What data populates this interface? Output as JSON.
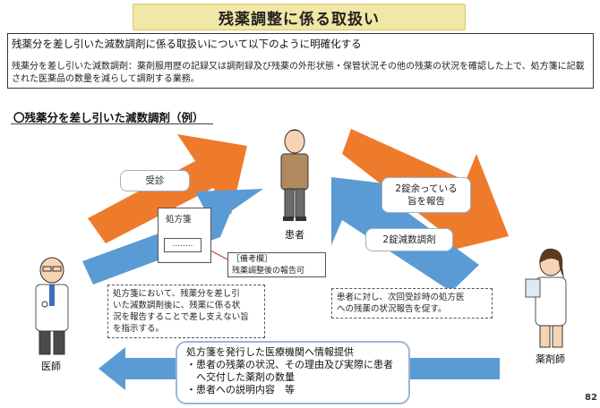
{
  "title": "残薬調整に係る取扱い",
  "summary": {
    "heading": "残薬分を差し引いた減数調剤に係る取扱いについて以下のように明確化する",
    "definition": "残薬分を差し引いた減数調剤：薬剤服用歴の記録又は調剤録及び残薬の外形状態・保管状況その他の残薬の状況を確認した上で、処方箋に記載された医薬品の数量を減らして調剤する業務。"
  },
  "section_title": "〇残薬分を差し引いた減数調剤（例）",
  "actors": {
    "patient": "患者",
    "doctor": "医師",
    "pharmacist": "薬剤師"
  },
  "arrow_labels": {
    "consultation": "受診",
    "surplus_report": [
      "2錠余っている",
      "旨を報告"
    ],
    "reduction": "2錠減数調剤"
  },
  "prescription": {
    "title": "処方箋",
    "field": "........"
  },
  "remarks": {
    "title": "［備考欄］",
    "text": "残薬調整後の報告可"
  },
  "doctor_note": [
    "処方箋において、残薬分を差し引",
    "いた減数調剤後に、残薬に係る状",
    "況を報告することで差し支えない旨",
    "を指示する。"
  ],
  "pharmacist_note": [
    "患者に対し、次回受診時の処方医",
    "への残薬の状況報告を促す。"
  ],
  "info_provision": {
    "heading": "処方箋を発行した医療機関へ情報提供",
    "items": [
      "・患者の残薬の状況、その理由及び実際に患者",
      "へ交付した薬剤の数量",
      "・患者への説明内容　等"
    ]
  },
  "page_number": "82",
  "colors": {
    "orange": "#ee7b2b",
    "blue": "#5b9bd5",
    "title_bg": "#f1e7a6"
  }
}
